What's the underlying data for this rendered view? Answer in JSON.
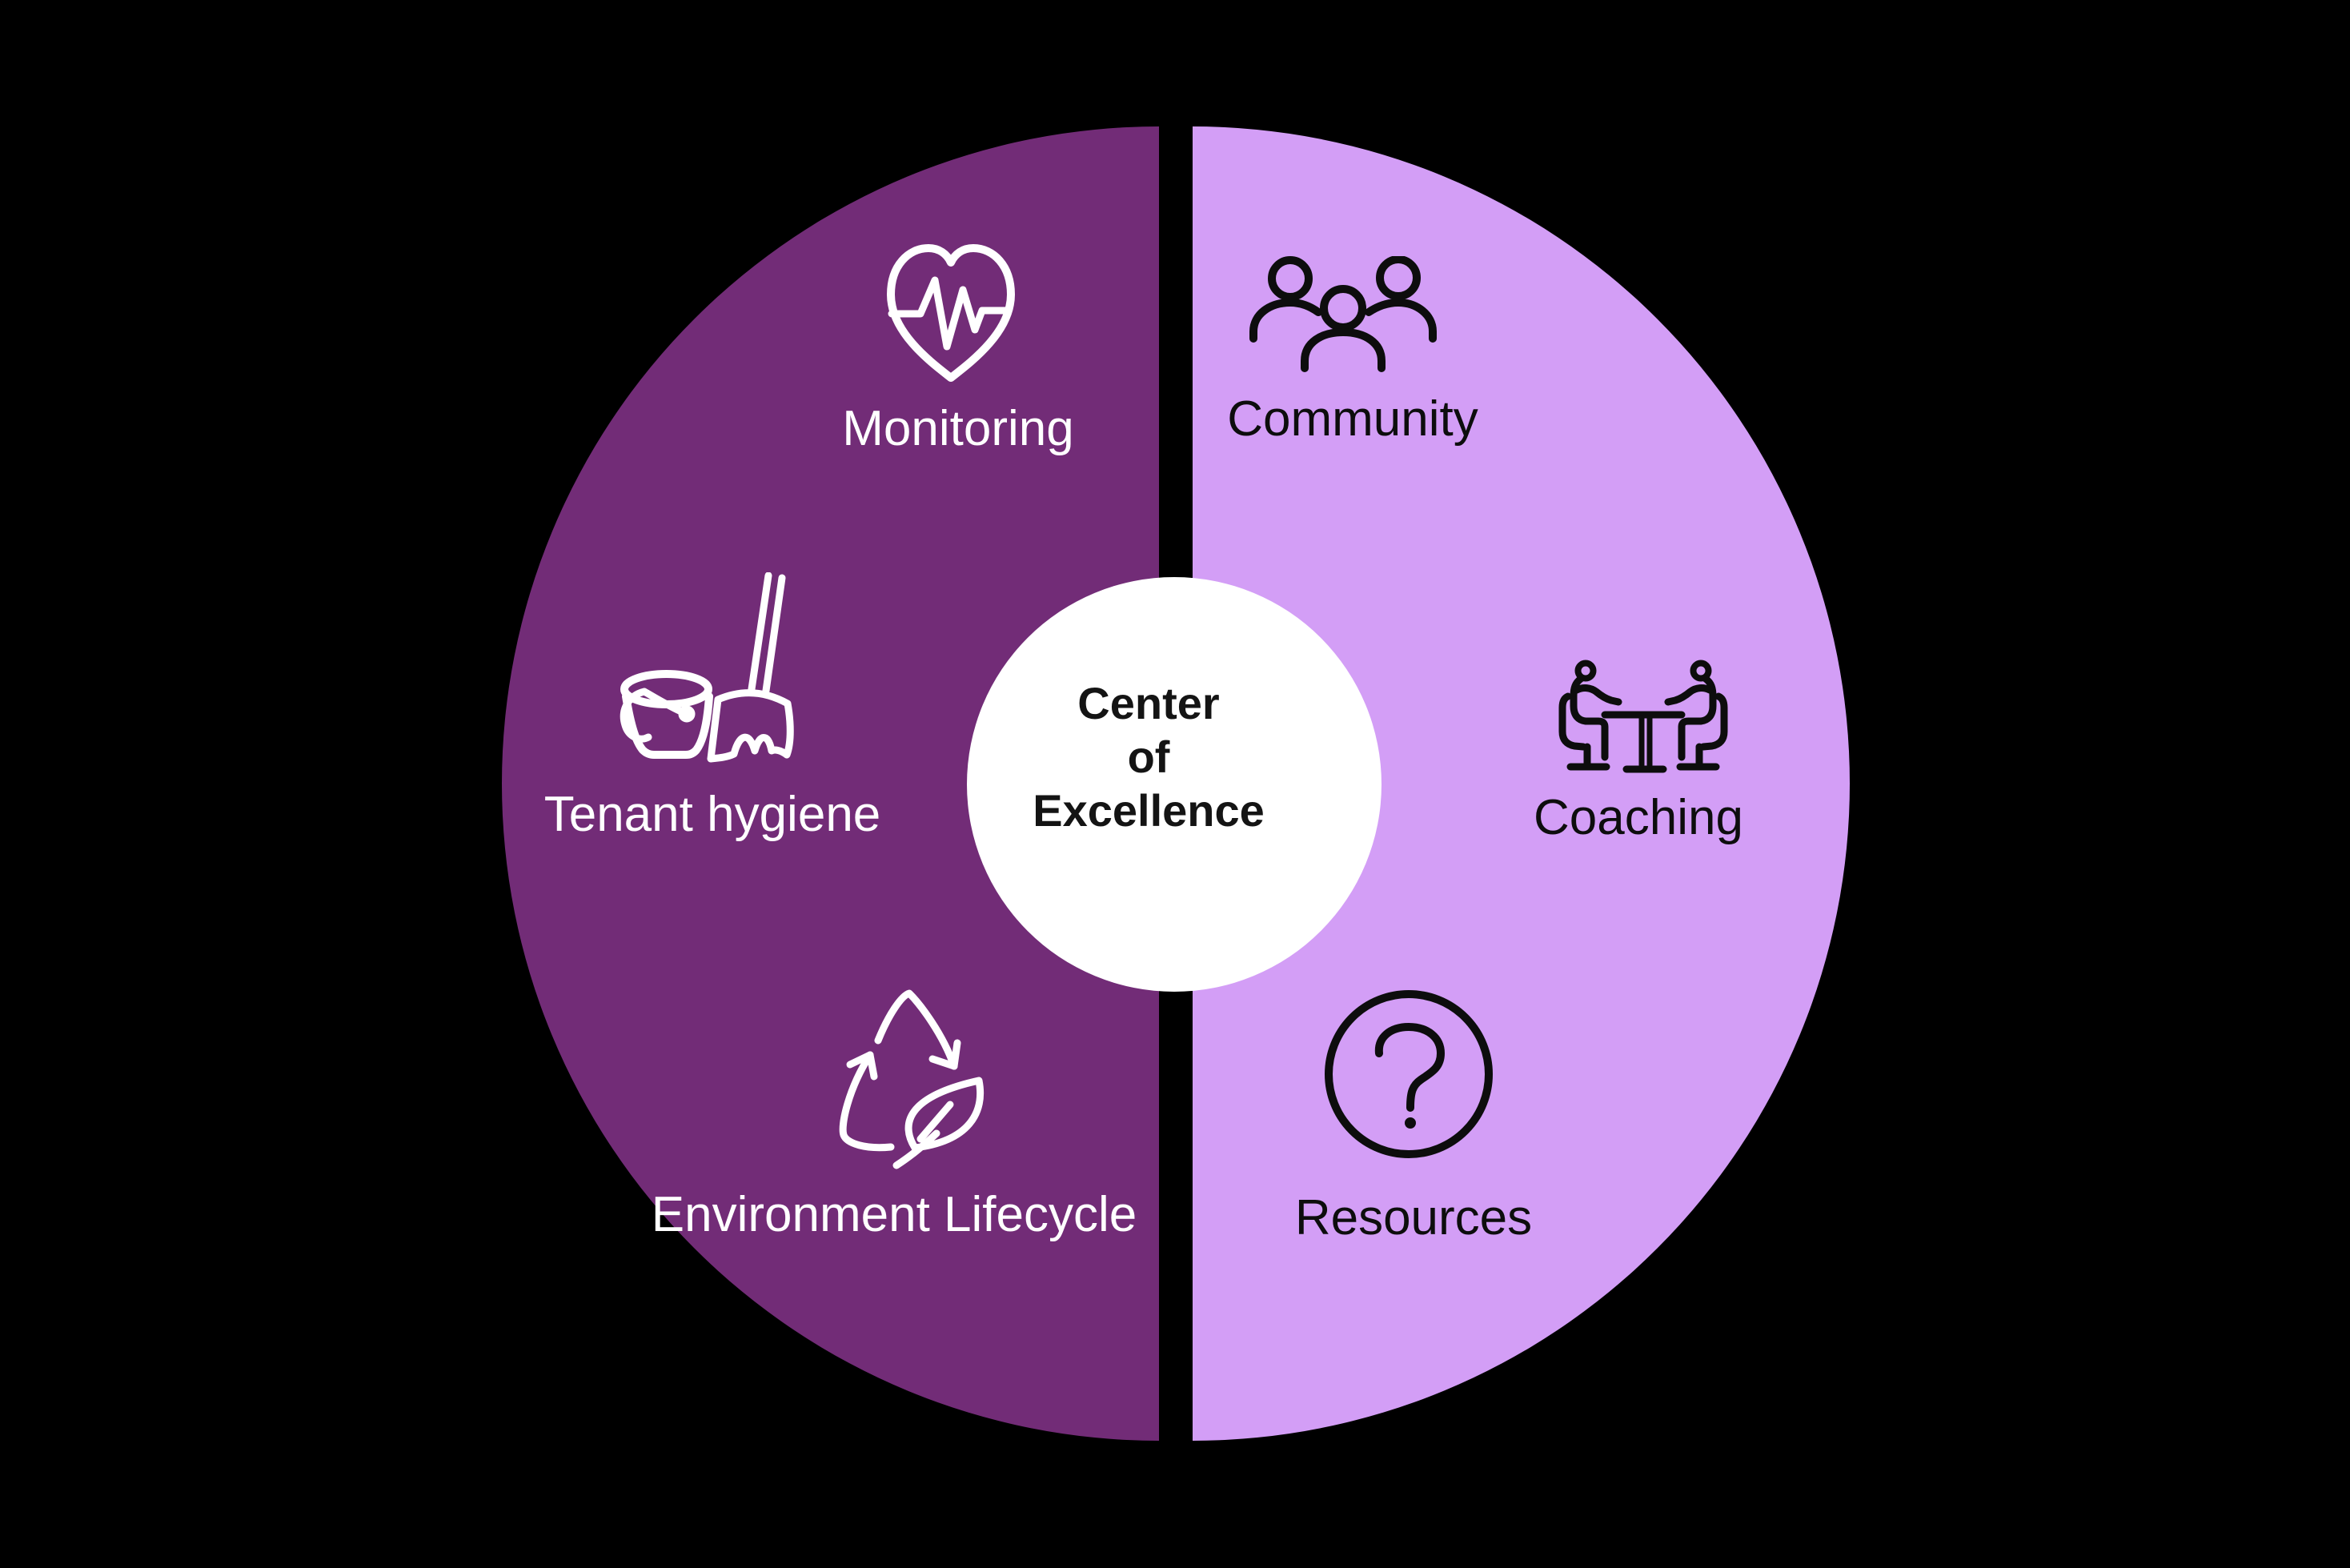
{
  "title": "Center of Excellence diagram",
  "canvas": {
    "background": "#000000"
  },
  "center_circle": {
    "lines": [
      "Center",
      "of",
      "Excellence"
    ],
    "background": "#FFFFFF",
    "text_color": "#141414"
  },
  "left_half": {
    "color": "#722C77",
    "text_color": "#FFFFFF",
    "items": [
      {
        "label": "Monitoring",
        "icon": "heartbeat-icon"
      },
      {
        "label": "Tenant hygiene",
        "icon": "bucket-broom-icon"
      },
      {
        "label": "Environment Lifecycle",
        "icon": "recycle-leaf-icon"
      }
    ]
  },
  "right_half": {
    "color": "#D39EF6",
    "text_color": "#0D0D0D",
    "items": [
      {
        "label": "Community",
        "icon": "people-group-icon"
      },
      {
        "label": "Coaching",
        "icon": "coaching-table-icon"
      },
      {
        "label": "Resources",
        "icon": "question-circle-icon"
      }
    ]
  }
}
